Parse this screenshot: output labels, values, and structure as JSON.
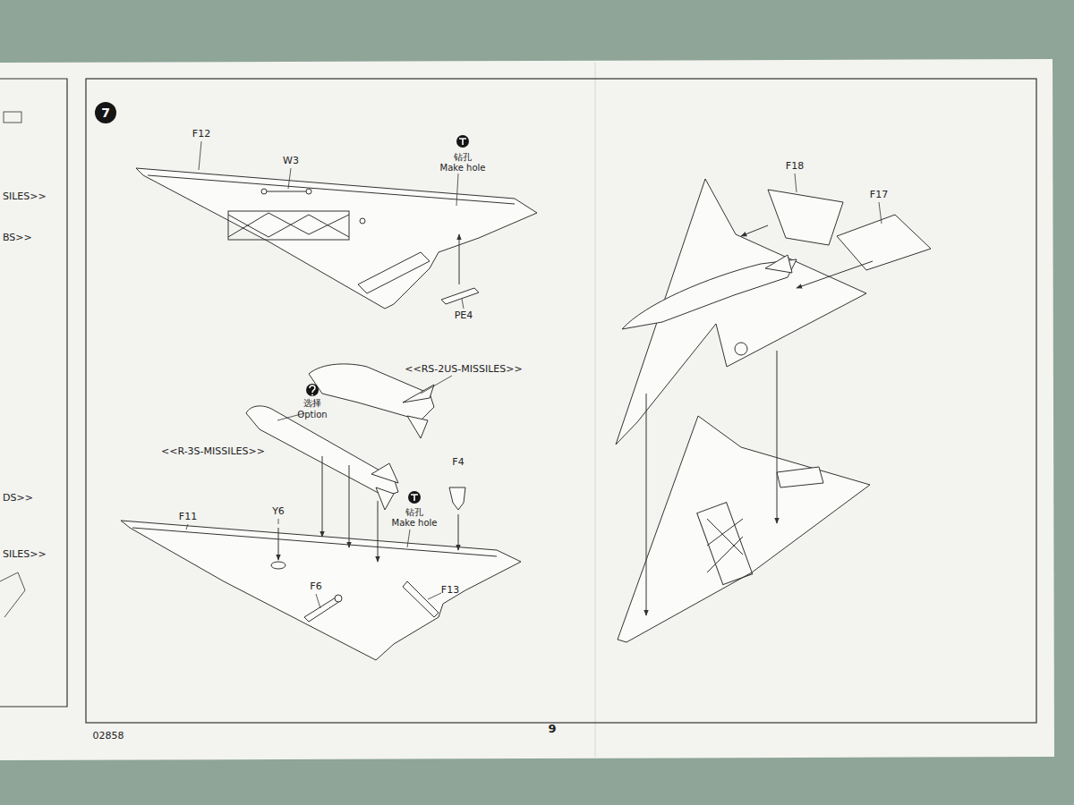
{
  "diagram": {
    "nodes": [
      {
        "text": [
          "7"
        ]
      }
    ],
    "labels": [
      "F12",
      "W3",
      "钻孔",
      "Make hole",
      "PE4",
      "<<RS-2US-MISSILES>>",
      "选择",
      "Option",
      "<<R-3S-MISSILES>>",
      "F4",
      "钻孔",
      "Make hole",
      "F11",
      "Y6",
      "F6",
      "F13",
      "F18",
      "F17",
      "9",
      "02858",
      "SILES>>",
      "BS>>",
      "DS>>",
      "SILES>>"
    ]
  }
}
